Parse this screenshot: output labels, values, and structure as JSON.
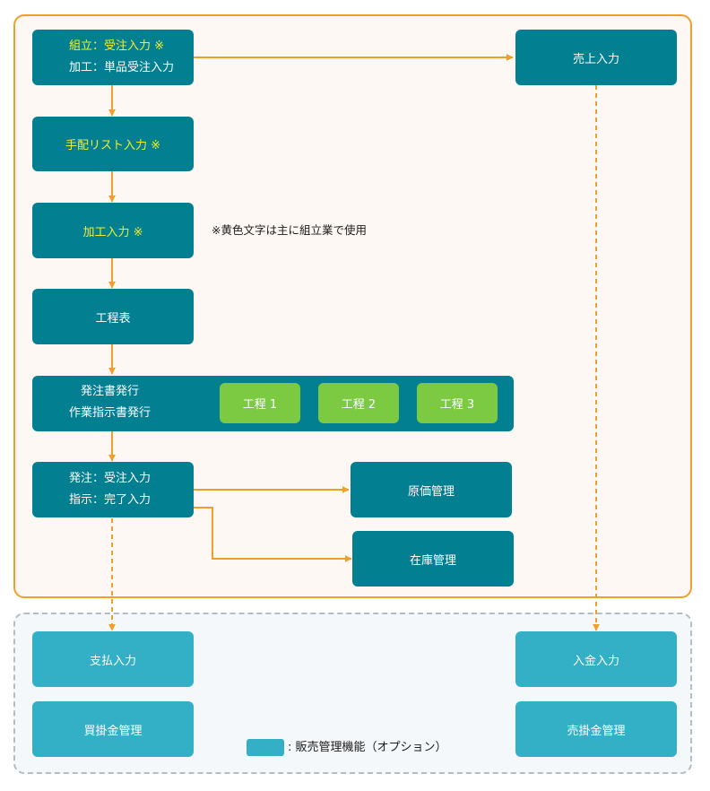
{
  "boxes": {
    "order_input_line1": "組立：受注入力 ※",
    "order_input_line2": "加工：単品受注入力",
    "sales_input": "売上入力",
    "arrangement_list": "手配リスト入力 ※",
    "processing_input": "加工入力 ※",
    "process_table": "工程表",
    "issue_line1": "発注書発行",
    "issue_line2": "作業指示書発行",
    "step1": "工程 1",
    "step2": "工程 2",
    "step3": "工程 3",
    "receive_line1": "発注：受注入力",
    "receive_line2": "指示：完了入力",
    "cost_management": "原価管理",
    "inventory_management": "在庫管理",
    "payment_input": "支払入力",
    "deposit_input": "入金入力",
    "payables_management": "買掛金管理",
    "receivables_management": "売掛金管理"
  },
  "note": "※黄色文字は主に組立業で使用",
  "legend": ": 販売管理機能（オプション）",
  "colors": {
    "main_box": "#037f92",
    "option_box": "#33b0c6",
    "step_box": "#7cca42",
    "arrow": "#f0a02a",
    "highlight_text": "#f4ef2a"
  }
}
